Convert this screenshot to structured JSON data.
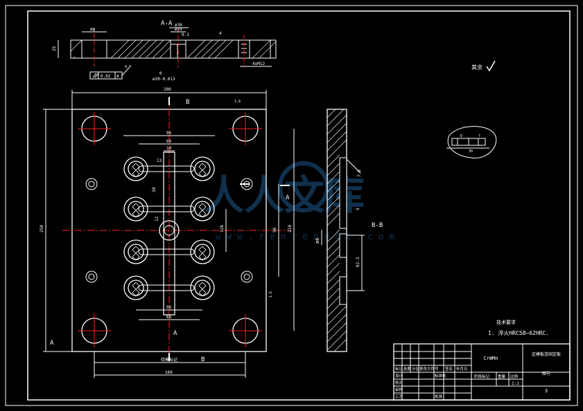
{
  "colors": {
    "background": "#000000",
    "line": "#ffffff",
    "centerline": "#ff2020",
    "dim": "#ffffff",
    "watermark": "#1e5a8c"
  },
  "section_aa": {
    "title": "A-A",
    "dims": {
      "d_left": "øφ",
      "d30": "ø30",
      "d20": "ø20",
      "d01": "0.1",
      "angle": "4",
      "h_left": "25",
      "thread": "4xM12",
      "tol_bottom": "ø20-0.013",
      "tol_top": "0",
      "flatness": "0.02",
      "datum": "A",
      "roughness": "0.8"
    }
  },
  "plan": {
    "width_dim": "200",
    "height_dim": "250",
    "inner_96_top": "96",
    "inner_66_top": "66",
    "inner_10": "10",
    "inner_13": "13",
    "inner_30": "30",
    "inner_12": "12",
    "inner_128": "128",
    "inner_96_right": "96",
    "inner_210": "210",
    "inner_96_bottom": "96",
    "inner_66_bottom": "66",
    "inner_160": "160",
    "bottom_note": "待模标记",
    "sec_b_top": "B",
    "sec_b_bottom": "B",
    "sec_a_left": "A",
    "sec_a_right": "A",
    "sec_a_mid": "A",
    "roughness_top": "1.6",
    "roughness_side": "1.6"
  },
  "section_bb": {
    "title": "B-B",
    "dims": {
      "d6": "ø6",
      "d76": "7.6",
      "d5": "5",
      "d62": "62.3"
    }
  },
  "detail": {
    "rest_label": "其余",
    "dims": [
      "6",
      "7",
      "30"
    ]
  },
  "notes": {
    "title": "技术要求",
    "item1": "1. 淬火HRC58~62HRC."
  },
  "title_block": {
    "material": "CrWMn",
    "part_name": "定模板连固定板",
    "drawing_no": "图号",
    "scale": "1:1",
    "sheet": "3",
    "headers": [
      "标记",
      "处数",
      "分区",
      "更改文件号",
      "签名",
      "年月日"
    ],
    "row_labels": [
      "设计",
      "校对",
      "审核",
      "工艺"
    ],
    "std": "标准化",
    "stage_label": "阶段标记",
    "weight_label": "重量",
    "scale_label": "比例",
    "approve": "批准"
  },
  "watermark": {
    "text": "人人文库",
    "url": "w w w . r e n r e n d o c . c o m"
  }
}
